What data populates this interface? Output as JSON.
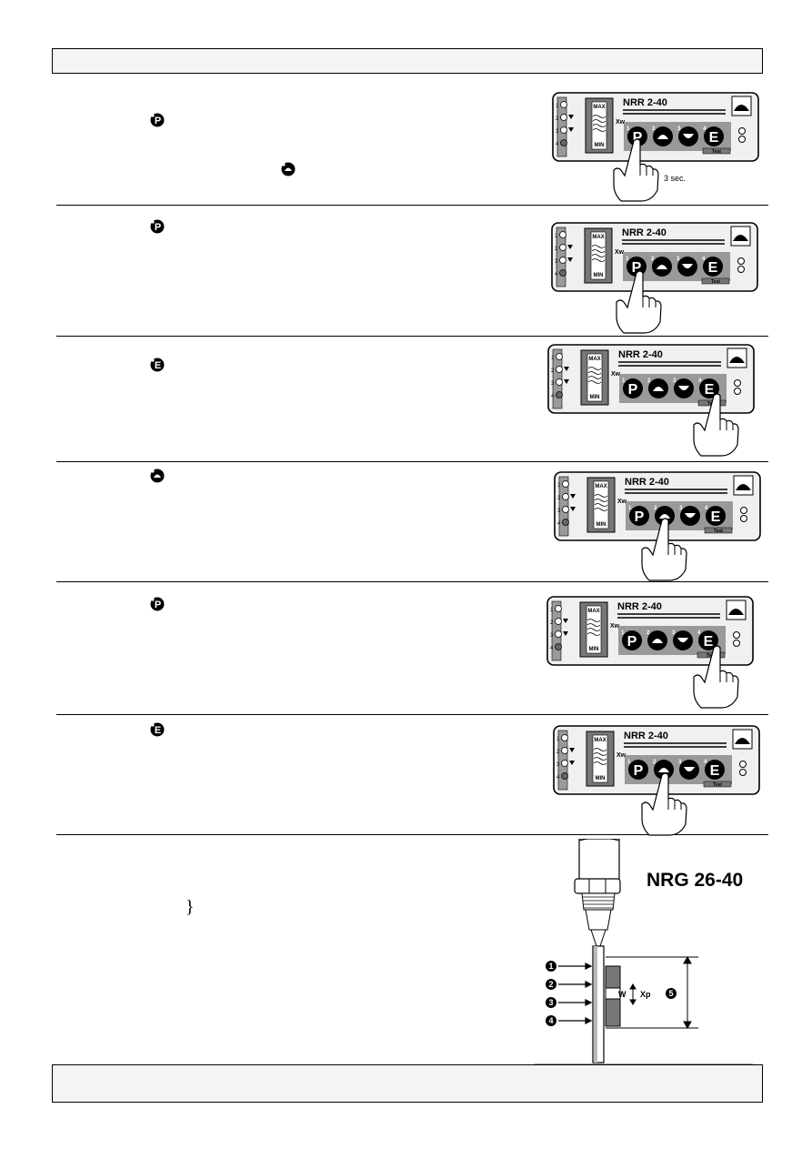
{
  "panel": {
    "model": "NRR 2-40",
    "buttons": [
      {
        "number": "1",
        "symbol": "P"
      },
      {
        "number": "2",
        "symbol": "up-arrow-icon"
      },
      {
        "number": "3",
        "symbol": "down-arrow-icon"
      },
      {
        "number": "4",
        "symbol": "E"
      }
    ],
    "test_label": "Test",
    "gauge_max": "MAX",
    "gauge_min": "MIN",
    "xw_label": "Xw",
    "leds": [
      "1",
      "2",
      "3",
      "4"
    ]
  },
  "steps": [
    {
      "key": "P",
      "extra_key": "up",
      "hold": "3 sec.",
      "press": "P"
    },
    {
      "key": "P",
      "press": "P"
    },
    {
      "key": "E",
      "press": "E"
    },
    {
      "key": "up",
      "press": "up"
    },
    {
      "key": "P",
      "press": "E"
    },
    {
      "key": "E",
      "press": "up"
    }
  ],
  "probe": {
    "title": "NRG 26-40",
    "markers": [
      "1",
      "2",
      "3",
      "4",
      "5"
    ],
    "w_label": "W",
    "xp_label": "Xp"
  },
  "brace": "}",
  "colors": {
    "panel_bg": "#f0f0f0",
    "gauge_bg": "#777777",
    "button_bg": "#000000",
    "strip_bg": "#9a9a9a"
  }
}
